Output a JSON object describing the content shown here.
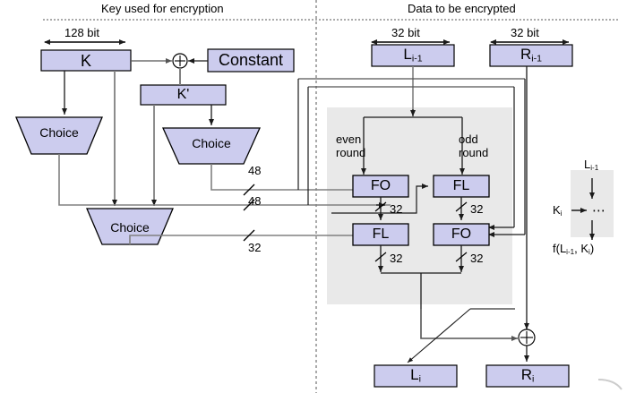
{
  "diagram": {
    "title_left": "Key used for encryption",
    "title_right": "Data to be encrypted",
    "key_section": {
      "width_label": "128 bit",
      "key_box": "K",
      "constant_box": "Constant",
      "xor_symbol": "⊕",
      "kprime_box": "K'",
      "choice_left": "Choice",
      "choice_mid": "Choice",
      "choice_bottom": "Choice",
      "bus_48_top": "48",
      "bus_48_bottom": "48",
      "bus_32": "32"
    },
    "data_section": {
      "width_label_left": "32 bit",
      "width_label_right": "32 bit",
      "input_left": "L",
      "input_left_sub": "i-1",
      "input_right": "R",
      "input_right_sub": "i-1",
      "even_round_line1": "even",
      "even_round_line2": "round",
      "odd_round_line1": "odd",
      "odd_round_line2": "round",
      "fo_left": "FO",
      "fl_right": "FL",
      "fl_left": "FL",
      "fo_right": "FO",
      "bus_labels": [
        "32",
        "32",
        "32",
        "32"
      ],
      "xor_symbol": "⊕",
      "output_left": "L",
      "output_left_sub": "i",
      "output_right": "R",
      "output_right_sub": "i"
    },
    "legend": {
      "top_label": "L",
      "top_sub": "i-1",
      "key_label": "K",
      "key_sub": "i",
      "ellipsis": "⋯",
      "result_prefix": "f(L",
      "result_sub1": "i-1",
      "result_mid": ", K",
      "result_sub2": "i",
      "result_suffix": ")"
    },
    "colors": {
      "box_fill": "#ccccee",
      "box_stroke": "#000000",
      "panel_gray": "#e9e9e9",
      "wire_dark": "#1a1a1a",
      "wire_gray": "#808080",
      "divider": "#555555"
    }
  }
}
